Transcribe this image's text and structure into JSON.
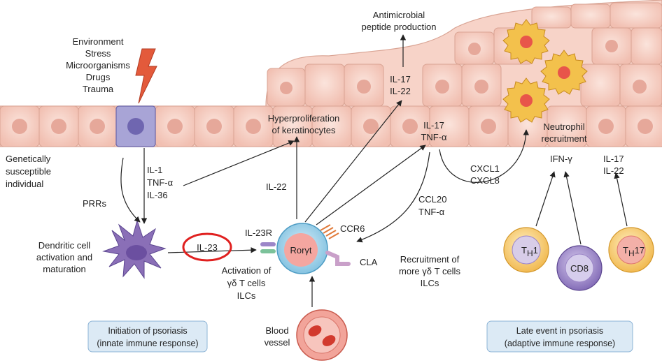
{
  "labels": {
    "environment": [
      "Environment",
      "Stress",
      "Microorganisms",
      "Drugs",
      "Trauma"
    ],
    "antimicrobial": [
      "Antimicrobial",
      "peptide production"
    ],
    "il17_il22_top": [
      "IL-17",
      "IL-22"
    ],
    "hyperproliferation": [
      "Hyperproliferation",
      "of keratinocytes"
    ],
    "il17_tnf": [
      "IL-17",
      "TNF-α"
    ],
    "neutrophil": [
      "Neutrophil",
      "recruitment"
    ],
    "genetically": [
      "Genetically",
      "susceptible",
      "individual"
    ],
    "il1_group": [
      "IL-1",
      "TNF-α",
      "IL-36"
    ],
    "il22_mid": "IL-22",
    "cxcl": [
      "CXCL1",
      "CXCL8"
    ],
    "ifng": "IFN-γ",
    "il17_il22_right": [
      "IL-17",
      "IL-22"
    ],
    "prrs": "PRRs",
    "ccl20": [
      "CCL20",
      "TNF-α"
    ],
    "dendritic": [
      "Dendritic cell",
      "activation and",
      "maturation"
    ],
    "il23": "IL-23",
    "il23r": "IL-23R",
    "ccr6": "CCR6",
    "rorgt": "Rorγt",
    "cla": "CLA",
    "activation": [
      "Activation of",
      "γδ T cells",
      "ILCs"
    ],
    "recruitment": [
      "Recruitment of",
      "more γδ T cells",
      "ILCs"
    ],
    "th1": "T",
    "th1_sub": "H",
    "th1_num": "1",
    "cd8": "CD8",
    "th17": "T",
    "th17_sub": "H",
    "th17_num": "17",
    "blood_vessel": [
      "Blood",
      "vessel"
    ],
    "initiation": [
      "Initiation of psoriasis",
      "(innate immune response)"
    ],
    "late": [
      "Late event in psoriasis",
      "(adaptive immune response)"
    ]
  },
  "colors": {
    "skin_fill": "#f7d3c8",
    "skin_stroke": "#d9a393",
    "nucleus": "#e6a89a",
    "dendritic_cell": "#8a6fb7",
    "t_cell_outer": "#9fd1e8",
    "t_cell_inner": "#f4a6a0",
    "th_cell": "#f6cf7a",
    "cd8_cell": "#9c86c8",
    "neutrophil": "#f3c14c",
    "box_fill": "#dceaf5",
    "box_stroke": "#8db4d6",
    "highlight_ring": "#e0201f",
    "lightning": "#e35a3b"
  }
}
